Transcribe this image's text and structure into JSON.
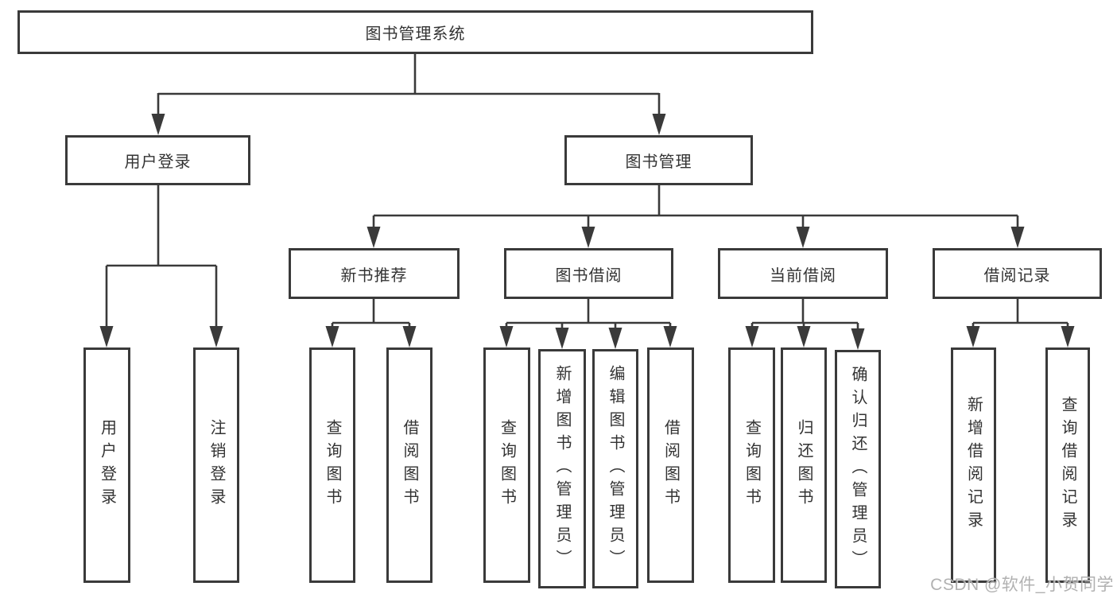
{
  "title": "图书管理系统",
  "colors": {
    "line": "#3a3a3a",
    "box_border": "#3a3a3a",
    "box_fill": "#ffffff",
    "text": "#333333",
    "watermark": "#ababab",
    "background": "#ffffff"
  },
  "nodes": {
    "root": {
      "label": "图书管理系统"
    },
    "level2": [
      {
        "label": "用户登录"
      },
      {
        "label": "图书管理"
      }
    ],
    "level3": [
      {
        "label": "新书推荐",
        "parent": "图书管理"
      },
      {
        "label": "图书借阅",
        "parent": "图书管理"
      },
      {
        "label": "当前借阅",
        "parent": "图书管理"
      },
      {
        "label": "借阅记录",
        "parent": "图书管理"
      }
    ],
    "level4": [
      {
        "label": "用户登录",
        "parent": "用户登录"
      },
      {
        "label": "注销登录",
        "parent": "用户登录"
      },
      {
        "label": "查询图书",
        "parent": "新书推荐"
      },
      {
        "label": "借阅图书",
        "parent": "新书推荐"
      },
      {
        "label": "查询图书",
        "parent": "图书借阅"
      },
      {
        "label": "新增图书（管理员）",
        "parent": "图书借阅"
      },
      {
        "label": "编辑图书（管理员）",
        "parent": "图书借阅"
      },
      {
        "label": "借阅图书",
        "parent": "图书借阅"
      },
      {
        "label": "查询图书",
        "parent": "当前借阅"
      },
      {
        "label": "归还图书",
        "parent": "当前借阅"
      },
      {
        "label": "确认归还（管理员）",
        "parent": "当前借阅"
      },
      {
        "label": "新增借阅记录",
        "parent": "借阅记录"
      },
      {
        "label": "查询借阅记录",
        "parent": "借阅记录"
      }
    ]
  },
  "watermark": {
    "text": "CSDN @软件_小贺同学"
  }
}
